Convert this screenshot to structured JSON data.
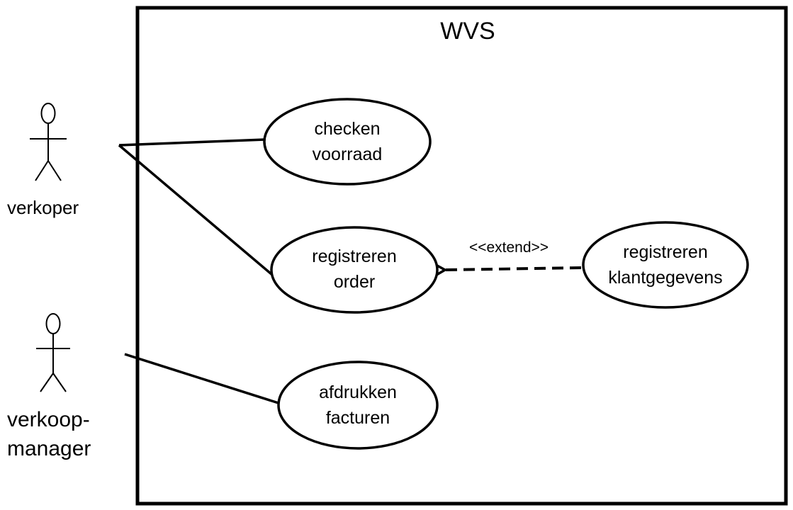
{
  "system": {
    "name": "WVS"
  },
  "actors": [
    {
      "id": "verkoper",
      "label": "verkoper"
    },
    {
      "id": "verkoopmanager",
      "label_lines": [
        "verkoop-",
        "manager"
      ]
    }
  ],
  "use_cases": [
    {
      "id": "checken-voorraad",
      "lines": [
        "checken",
        "voorraad"
      ]
    },
    {
      "id": "registreren-order",
      "lines": [
        "registreren",
        "order"
      ]
    },
    {
      "id": "registreren-klantgegevens",
      "lines": [
        "registreren",
        "klantgegevens"
      ]
    },
    {
      "id": "afdrukken-facturen",
      "lines": [
        "afdrukken",
        "facturen"
      ]
    }
  ],
  "relations": [
    {
      "type": "association",
      "from": "verkoper",
      "to": "checken-voorraad"
    },
    {
      "type": "association",
      "from": "verkoper",
      "to": "registreren-order"
    },
    {
      "type": "association",
      "from": "verkoopmanager",
      "to": "afdrukken-facturen"
    },
    {
      "type": "extend",
      "from": "registreren-klantgegevens",
      "to": "registreren-order",
      "label": "<<extend>>"
    }
  ],
  "colors": {
    "stroke": "#000000",
    "background": "#ffffff"
  }
}
